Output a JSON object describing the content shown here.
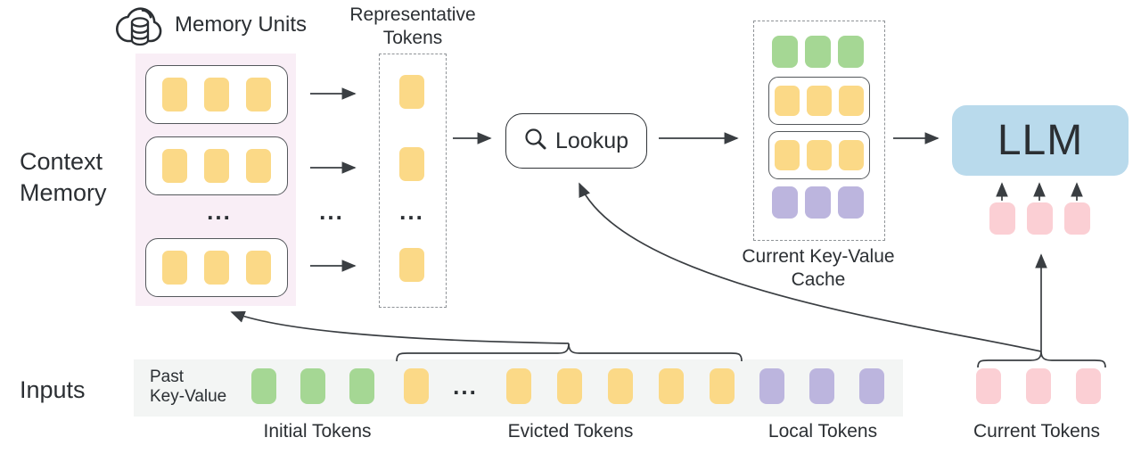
{
  "colors": {
    "yellow": "#fbd987",
    "green": "#a5d794",
    "purple": "#bcb5de",
    "pink": "#fbcfd4",
    "llm_blue": "#b9daec",
    "memory_bg": "#f9eef6",
    "input_bar_bg": "#f3f5f4",
    "line": "#3a3e42"
  },
  "header": {
    "memory_units_label": "Memory Units",
    "representative_line1": "Representative",
    "representative_line2": "Tokens"
  },
  "context_memory": {
    "label_line1": "Context",
    "label_line2": "Memory",
    "ellipsis": "...",
    "units": [
      {
        "tokens": [
          "yellow",
          "yellow",
          "yellow"
        ]
      },
      {
        "tokens": [
          "yellow",
          "yellow",
          "yellow"
        ]
      },
      {
        "tokens": [
          "yellow",
          "yellow",
          "yellow"
        ]
      }
    ]
  },
  "gap_ellipsis": "...",
  "representative": {
    "t1": [
      "yellow"
    ],
    "t2": [
      "yellow"
    ],
    "t3": [
      "yellow"
    ],
    "ellipsis": "..."
  },
  "lookup": {
    "label": "Lookup"
  },
  "kv_cache": {
    "label_line1": "Current Key-Value",
    "label_line2": "Cache",
    "green_row": [
      "green",
      "green",
      "green"
    ],
    "units": [
      {
        "tokens": [
          "yellow",
          "yellow",
          "yellow"
        ]
      },
      {
        "tokens": [
          "yellow",
          "yellow",
          "yellow"
        ]
      }
    ],
    "purple_row": [
      "purple",
      "purple",
      "purple"
    ]
  },
  "llm": {
    "label": "LLM",
    "tokens": [
      "pink",
      "pink",
      "pink"
    ]
  },
  "inputs": {
    "label": "Inputs",
    "past_kv_line1": "Past",
    "past_kv_line2": "Key-Value",
    "ellipsis": "...",
    "initial_tokens": [
      "green",
      "green",
      "green"
    ],
    "evicted_first": [
      "yellow"
    ],
    "evicted_rest": [
      "yellow",
      "yellow",
      "yellow",
      "yellow",
      "yellow"
    ],
    "local_tokens": [
      "purple",
      "purple",
      "purple"
    ],
    "current_tokens": [
      "pink",
      "pink",
      "pink"
    ],
    "labels": {
      "initial": "Initial Tokens",
      "evicted": "Evicted Tokens",
      "local": "Local Tokens",
      "current": "Current Tokens"
    }
  }
}
